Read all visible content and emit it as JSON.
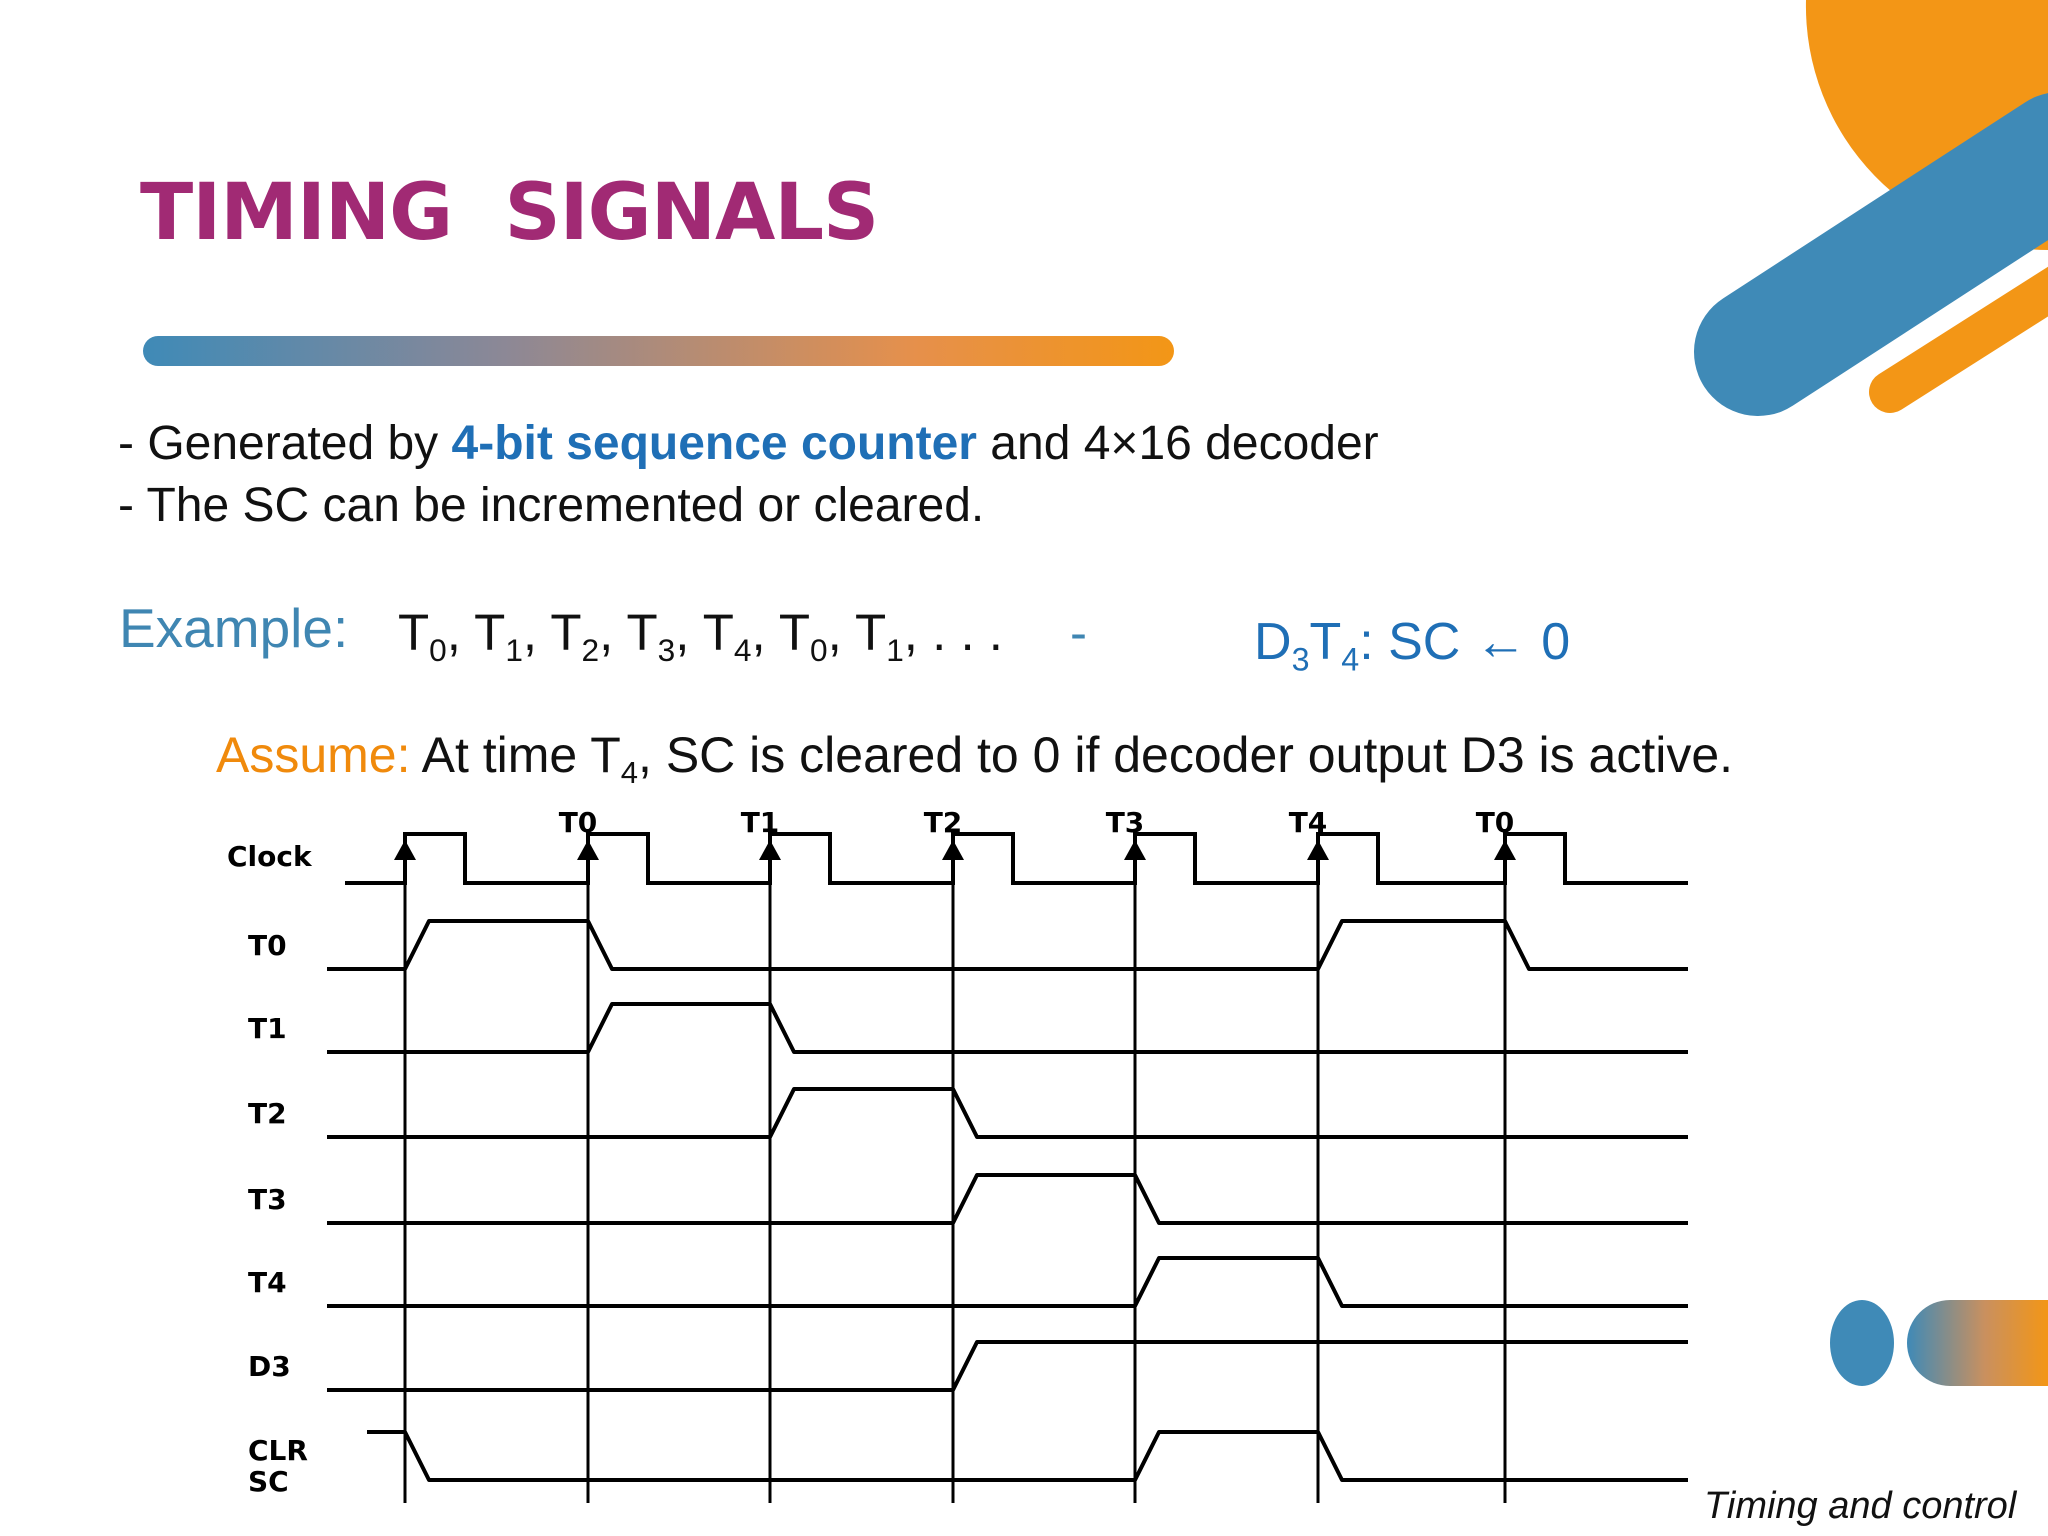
{
  "colors": {
    "title": "#a12a74",
    "accent_blue": "#3f8ab7",
    "accent_orange": "#f39616",
    "highlight_blue": "#1f6fb6",
    "assume_orange": "#f08a0c"
  },
  "title": "TIMING  SIGNALS",
  "bullets": [
    {
      "prefix": "- Generated by ",
      "highlight": "4-bit sequence counter",
      "suffix": " and 4×16 decoder"
    },
    {
      "text": "- The SC can be incremented or cleared."
    }
  ],
  "example": {
    "label": "Example:",
    "sequence": [
      {
        "t": "T",
        "sub": "0",
        "sep": ", "
      },
      {
        "t": "T",
        "sub": "1",
        "sep": ", "
      },
      {
        "t": "T",
        "sub": "2",
        "sep": ", "
      },
      {
        "t": "T",
        "sub": "3",
        "sep": ", "
      },
      {
        "t": "T",
        "sub": "4",
        "sep": ", "
      },
      {
        "t": "T",
        "sub": "0",
        "sep": ", "
      },
      {
        "t": "T",
        "sub": "1",
        "sep": ", . . ."
      }
    ],
    "dash": "-",
    "rule": {
      "d": "D",
      "d_sub": "3",
      "t": "T",
      "t_sub": "4",
      "rest": ": SC ← 0"
    }
  },
  "assume": {
    "label": "Assume:",
    "text_before": " At time T",
    "text_sub": "4",
    "text_after": ", SC is cleared to 0 if decoder output D3 is active."
  },
  "timing_diagram": {
    "clock_label": "Clock",
    "edge_labels": [
      "",
      "T0",
      "T1",
      "T2",
      "T3",
      "T4",
      "T0"
    ],
    "signals": [
      {
        "name": "T0",
        "high_periods": [
          0,
          5
        ]
      },
      {
        "name": "T1",
        "high_periods": [
          1
        ]
      },
      {
        "name": "T2",
        "high_periods": [
          2
        ]
      },
      {
        "name": "T3",
        "high_periods": [
          3
        ]
      },
      {
        "name": "T4",
        "high_periods": [
          4
        ]
      },
      {
        "name": "D3",
        "high_periods": [
          3,
          4,
          5,
          6
        ]
      },
      {
        "name": "CLR\nSC",
        "high_periods": [
          4
        ],
        "initial_high": true
      }
    ]
  },
  "footer": "Timing and control"
}
